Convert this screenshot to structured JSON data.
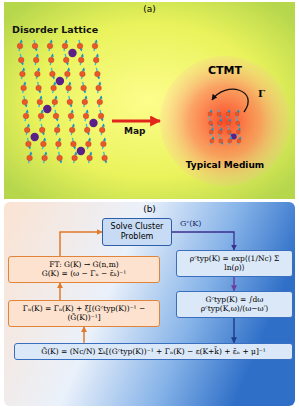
{
  "diagram": {
    "nodes": [
      {
        "text": [
          "(a)"
        ]
      },
      {
        "text": [
          "Disorder Lattice"
        ],
        "in": 0
      },
      {
        "text": [
          "CTMT",
          "Typical Medium"
        ],
        "in": 0
      },
      {
        "text": [
          "(b)"
        ]
      },
      {
        "text": [
          "Solve Cluster Problem"
        ],
        "in": 3
      },
      {
        "text": [
          "FT: G(K) → G(n,m)",
          "G(K) = (ω − Γₙ − ε̄ₖ)⁻¹"
        ],
        "in": 3
      },
      {
        "text": [
          "ρᶜtyp(K) = exp⟨(1/Nc) Σ ln(ρ)⟩"
        ],
        "in": 3
      },
      {
        "text": [
          "Γₙ(K) = Γₙ(K) + ξ[(Gᶜtyp(K))⁻¹ − (Ḡ(K))⁻¹]"
        ],
        "in": 3
      },
      {
        "text": [
          "Gᶜtyp(K) = ∫dω ρᶜtyp(K,ω)/(ω−ω′)"
        ],
        "in": 3
      },
      {
        "text": [
          "Ḡ(K) = (Nc/N) Σₖ[(Gᶜtyp(K))⁻¹ + Γₙ(K) − ε(K+k̃) + ε̄ₙ + μ]⁻¹"
        ],
        "in": 3
      }
    ],
    "edges": [
      {
        "from": 1,
        "to": 2,
        "label": "Map",
        "arrow": "to"
      },
      {
        "from": 4,
        "to": 6,
        "label": "Gᶜ(K)",
        "arrow": "to"
      },
      {
        "from": 6,
        "to": 8,
        "arrow": "to"
      },
      {
        "from": 8,
        "to": 9,
        "arrow": "to"
      },
      {
        "from": 9,
        "to": 7,
        "arrow": "to"
      },
      {
        "from": 7,
        "to": 5,
        "arrow": "to"
      },
      {
        "from": 5,
        "to": 4,
        "arrow": "to"
      }
    ],
    "labels": [
      "Γ"
    ]
  }
}
